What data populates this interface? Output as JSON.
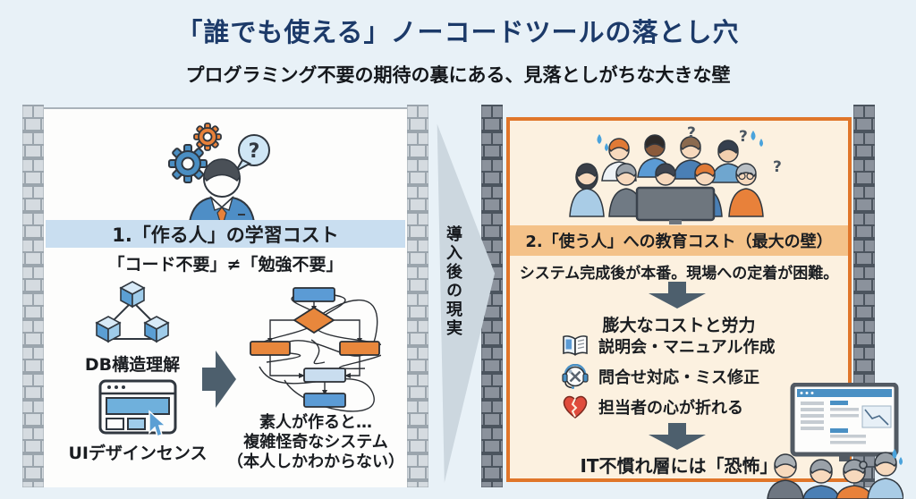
{
  "header": {
    "title": "「誰でも使える」ノーコードツールの落とし穴",
    "subtitle": "プログラミング不要の期待の裏にある、見落としがちな大きな壁"
  },
  "left_panel": {
    "heading": "1.「作る人」の学習コスト",
    "statement": "「コード不要」≠「勉強不要」",
    "skill_db_label": "DB構造理解",
    "skill_ui_label": "UIデザインセンス",
    "result_line1": "素人が作ると…",
    "result_line2": "複雑怪奇なシステム",
    "result_line3": "（本人しかわからない）"
  },
  "divider": {
    "label": "導入後の現実"
  },
  "right_panel": {
    "heading": "2.「使う人」への教育コスト（最大の壁）",
    "statement": "システム完成後が本番。現場への定着が困難。",
    "cost_heading": "膨大なコストと労力",
    "cost_items": [
      {
        "icon": "manual-book-icon",
        "label": "説明会・マニュアル作成"
      },
      {
        "icon": "support-headset-icon",
        "label": "問合せ対応・ミス修正"
      },
      {
        "icon": "broken-heart-icon",
        "label": "担当者の心が折れる"
      }
    ],
    "conclusion": "IT不慣れ層には「恐怖」"
  },
  "glyphs": {
    "question_mark": "?"
  },
  "colors": {
    "title_navy": "#1c3a69",
    "page_bg": "#e8f1f7",
    "left_band_blue": "#c9def0",
    "right_border_orange": "#e0762a",
    "right_bg_cream": "#fcf1e0",
    "right_band_orange": "#f4c289",
    "arrow_slate": "#4d5f6d",
    "heart_red": "#e04c3c"
  }
}
